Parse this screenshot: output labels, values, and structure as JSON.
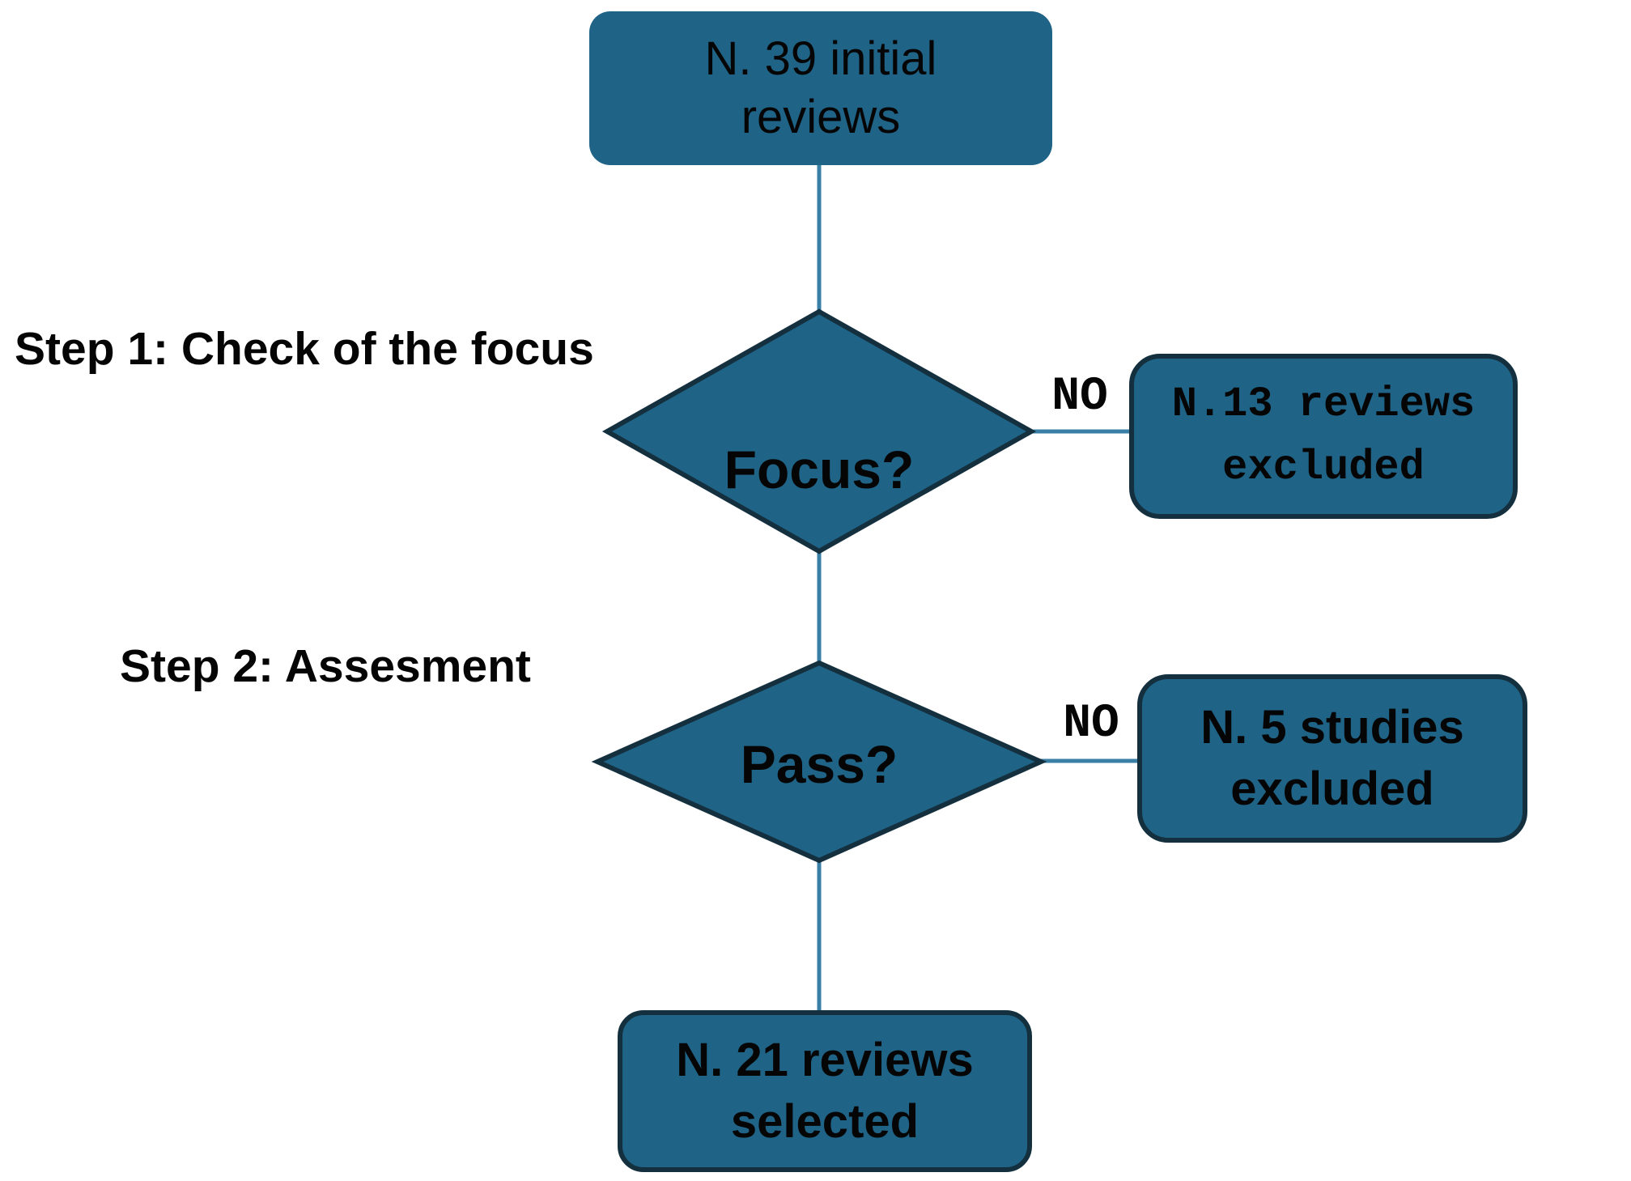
{
  "diagram": {
    "title_semantics": "Review selection flowchart",
    "colors": {
      "shape_fill": "#1F6386",
      "shape_border": "#14303F",
      "connector_line": "#3A80A6",
      "text": "#050505",
      "background": "#FFFFFF"
    },
    "step_labels": {
      "step1": "Step 1: Check of the focus",
      "step2": "Step 2: Assesment"
    },
    "nodes": {
      "start": {
        "line1": "N. 39 initial",
        "line2": "reviews"
      },
      "decision1": {
        "label": "Focus?"
      },
      "excluded1": {
        "line1": "N.13 reviews",
        "line2": "excluded"
      },
      "decision2": {
        "label": "Pass?"
      },
      "excluded2": {
        "line1": "N. 5 studies",
        "line2": "excluded"
      },
      "selected": {
        "line1": "N. 21 reviews",
        "line2": "selected"
      }
    },
    "edges": {
      "no1": "NO",
      "no2": "NO"
    }
  }
}
